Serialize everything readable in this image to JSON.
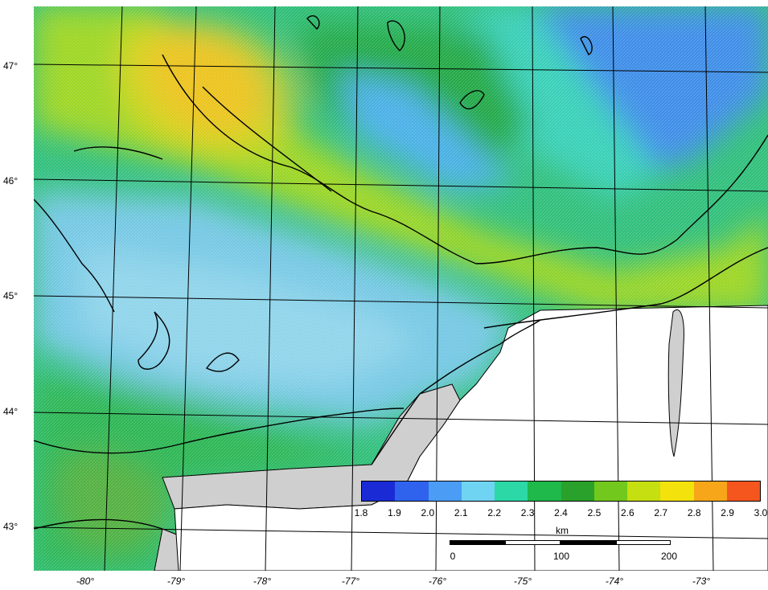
{
  "map": {
    "latitude_labels": [
      "47°",
      "46°",
      "45°",
      "44°",
      "43°"
    ],
    "longitude_labels": [
      "-80°",
      "-79°",
      "-78°",
      "-77°",
      "-76°",
      "-75°",
      "-74°",
      "-73°"
    ]
  },
  "legend": {
    "tick_labels": [
      "1.8",
      "1.9",
      "2.0",
      "2.1",
      "2.2",
      "2.3",
      "2.4",
      "2.5",
      "2.6",
      "2.7",
      "2.8",
      "2.9",
      "3.0"
    ],
    "unit": "km",
    "colors": [
      "#1a2bd6",
      "#2f63ee",
      "#4a9cf5",
      "#6fd3f2",
      "#2bd8a6",
      "#1fb84a",
      "#2aa12a",
      "#72c81c",
      "#c6df10",
      "#f3e20c",
      "#f6a618",
      "#f4561e",
      "#e8192c"
    ]
  },
  "scale_bar": {
    "labels": [
      "0",
      "100",
      "200"
    ]
  }
}
